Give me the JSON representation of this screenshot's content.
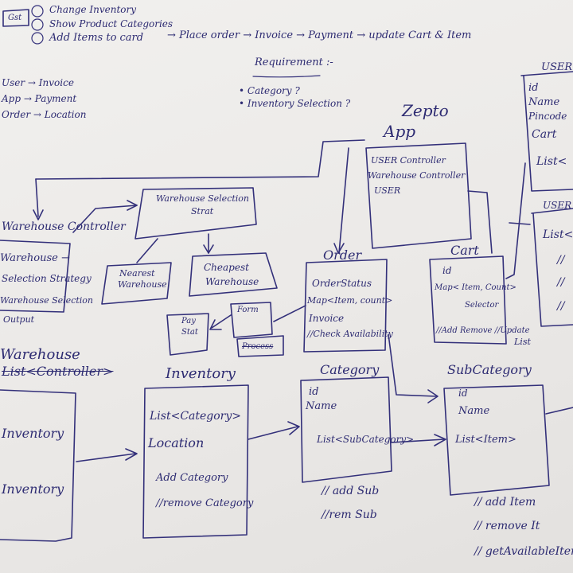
{
  "steps": {
    "s1": "Change Inventory",
    "s2": "Show Product Categories",
    "s3": "Add Items to card",
    "chain": "→ Place order → Invoice → Payment → update Cart & Item"
  },
  "entities": {
    "user": "User → Invoice",
    "app": "App → Payment",
    "order": "Order → Location"
  },
  "requirement": {
    "title": "Requirement :-",
    "r1": "• Category ?",
    "r2": "• Inventory Selection ?"
  },
  "zepto": {
    "title": "Zepto",
    "app": "App",
    "f1": "USER Controller",
    "f2": "Warehouse Controller",
    "f3": "USER"
  },
  "user_box": {
    "title": "USER",
    "f1": "id",
    "f2": "Name",
    "f3": "Pincode",
    "f4": "Cart",
    "f5": "List<"
  },
  "user2": {
    "title": "USER",
    "f1": "List<",
    "f2": "//",
    "f3": "//",
    "f4": "//"
  },
  "warehouse_strategy": {
    "l1": "Warehouse Selection",
    "l2": "Strat"
  },
  "nearest": {
    "l1": "Nearest",
    "l2": "Warehouse"
  },
  "cheapest": {
    "l1": "Cheapest",
    "l2": "Warehouse"
  },
  "warehouse_controller": {
    "title": "Warehouse Controller",
    "f1": "Warehouse →",
    "f2": "Selection Strategy",
    "f3": "Warehouse Selection",
    "f4": "Output"
  },
  "order": {
    "title": "Order",
    "f1": "OrderStatus",
    "f2": "Map<Item, count>",
    "f3": "Invoice",
    "f4": "//Check Availability"
  },
  "cart": {
    "title": "Cart",
    "f1": "id",
    "f2": "Map< Item, Count>",
    "f3": "Selector",
    "f4": "//Add Remove //Update",
    "f5": "List"
  },
  "small_boxes": {
    "b1": "Pay",
    "b2": "Stat",
    "b3": "Form",
    "b4": "Process"
  },
  "warehouse": {
    "title": "Warehouse",
    "f1": "List<Controller>"
  },
  "left_box": {
    "f1": "Inventory",
    "f2": "Inventory"
  },
  "inventory": {
    "title": "Inventory",
    "f1": "List<Category>",
    "f2": "Location",
    "f3": "Add Category",
    "f4": "//remove Category"
  },
  "category": {
    "title": "Category",
    "f1": "id",
    "f2": "Name",
    "f3": "List<SubCategory>",
    "n1": "// add Sub",
    "n2": "//rem Sub"
  },
  "subcategory": {
    "title": "SubCategory",
    "f1": "id",
    "f2": "Name",
    "f3": "List<Item>",
    "n1": "// add Item",
    "n2": "// remove It",
    "n3": "// getAvailableItem"
  }
}
